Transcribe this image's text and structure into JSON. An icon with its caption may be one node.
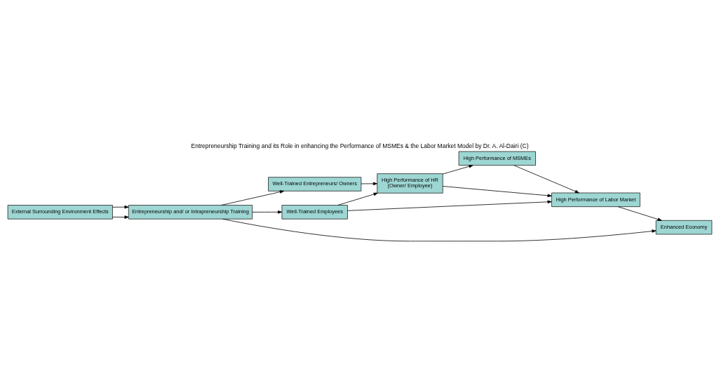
{
  "diagram": {
    "title": "Entrepreneurship Training and its Role in enhancing the Performance of MSMEs & the Labor Market Model by Dr. A. Al-Dairi (C)",
    "nodes": [
      {
        "text": [
          "External Surrounding Environment Effects"
        ]
      },
      {
        "text": [
          "Entrepreneurship and/ or Intrapreneurship Training"
        ]
      },
      {
        "text": [
          "Well-Trained Entrepreneurs/ Owners"
        ]
      },
      {
        "text": [
          "Well-Trained Employees"
        ]
      },
      {
        "text": [
          "High Performance of HR",
          "(Owner/ Employee)"
        ]
      },
      {
        "text": [
          "High Performance of MSMEs"
        ]
      },
      {
        "text": [
          "High Performance of Labor Market"
        ]
      },
      {
        "text": [
          "Enhanced Economy"
        ]
      }
    ],
    "edges": [
      {
        "from": 0,
        "to": 1,
        "arrow": "to"
      },
      {
        "from": 0,
        "to": 1,
        "arrow": "to"
      },
      {
        "from": 1,
        "to": 2,
        "arrow": "to"
      },
      {
        "from": 1,
        "to": 3,
        "arrow": "to"
      },
      {
        "from": 2,
        "to": 4,
        "arrow": "to"
      },
      {
        "from": 3,
        "to": 4,
        "arrow": "to"
      },
      {
        "from": 4,
        "to": 5,
        "arrow": "to"
      },
      {
        "from": 4,
        "to": 6,
        "arrow": "to"
      },
      {
        "from": 5,
        "to": 6,
        "arrow": "to"
      },
      {
        "from": 3,
        "to": 6,
        "arrow": "to"
      },
      {
        "from": 6,
        "to": 7,
        "arrow": "to"
      },
      {
        "from": 1,
        "to": 7,
        "arrow": "to"
      }
    ]
  }
}
